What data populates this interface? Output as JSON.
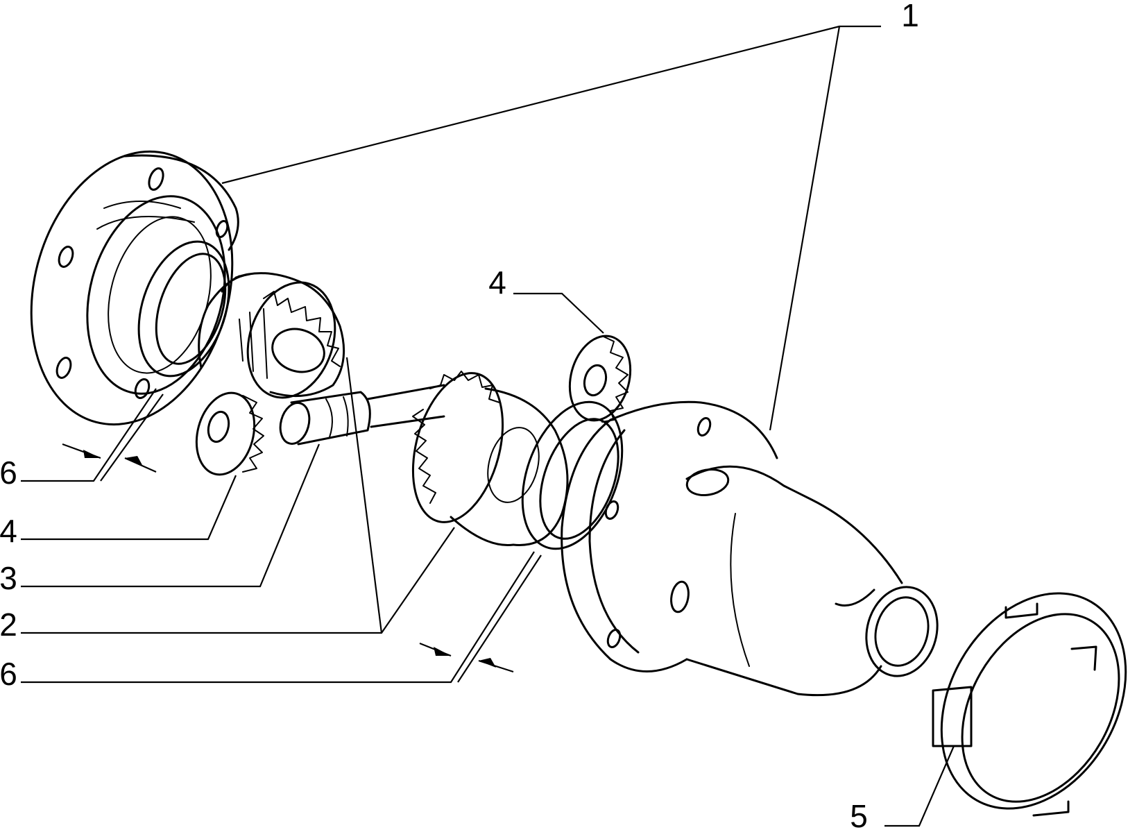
{
  "callouts": [
    {
      "id": "callout-1",
      "label": "1"
    },
    {
      "id": "callout-4-top",
      "label": "4"
    },
    {
      "id": "callout-6-upper",
      "label": "6"
    },
    {
      "id": "callout-4-left",
      "label": "4"
    },
    {
      "id": "callout-3",
      "label": "3"
    },
    {
      "id": "callout-2",
      "label": "2"
    },
    {
      "id": "callout-6-lower",
      "label": "6"
    },
    {
      "id": "callout-5",
      "label": "5"
    }
  ],
  "colors": {
    "line": "#000000",
    "background": "#ffffff"
  }
}
